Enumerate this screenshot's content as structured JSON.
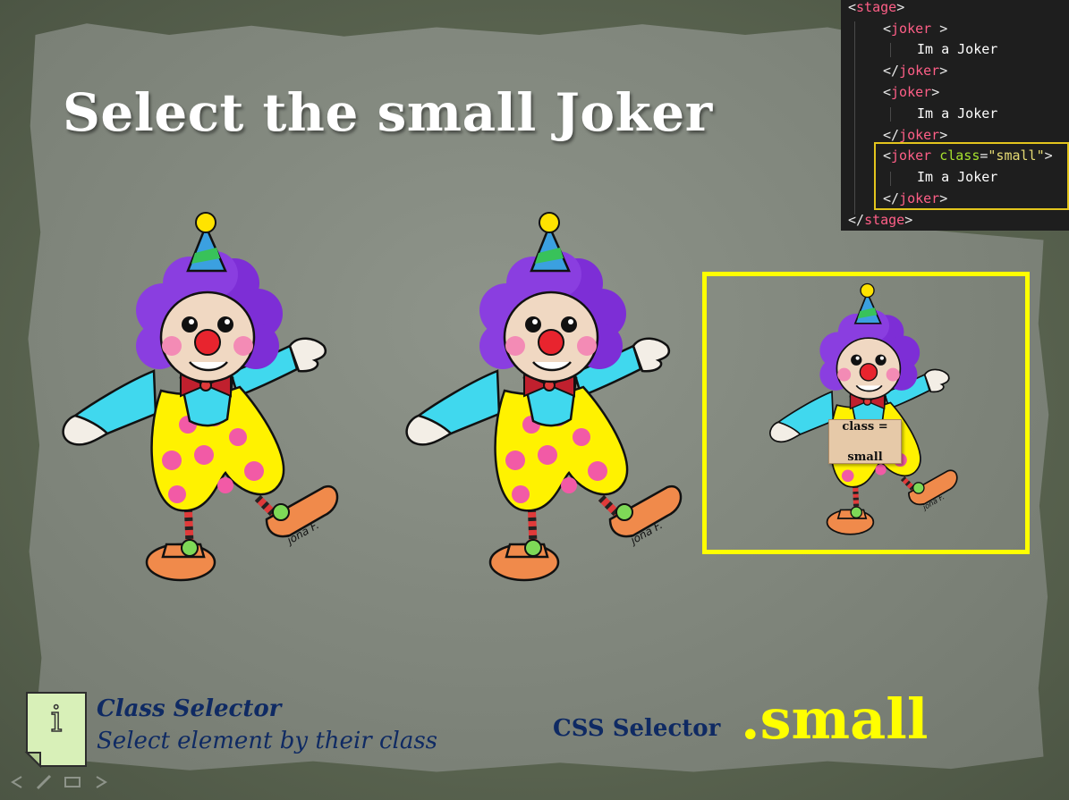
{
  "slide": {
    "title": "Select the small Joker"
  },
  "code_panel": {
    "lines": [
      {
        "open": "<",
        "tag": "stage",
        "close": ">"
      },
      {
        "open": "<",
        "tag": "joker",
        "close": " >"
      },
      {
        "text": "Im a Joker"
      },
      {
        "open": "</",
        "tag": "joker",
        "close": ">"
      },
      {
        "open": "<",
        "tag": "joker",
        "close": ">"
      },
      {
        "text": "Im a Joker"
      },
      {
        "open": "</",
        "tag": "joker",
        "close": ">"
      },
      {
        "open": "<",
        "tag": "joker",
        "attr": "class",
        "eq": "=",
        "value": "\"small\"",
        "close": ">"
      },
      {
        "text": "Im a Joker"
      },
      {
        "open": "</",
        "tag": "joker",
        "close": ">"
      },
      {
        "open": "</",
        "tag": "stage",
        "close": ">"
      }
    ]
  },
  "stage": {
    "tooltip_line1": "class =",
    "tooltip_line2": "small"
  },
  "info": {
    "title": "Class Selector",
    "description": "Select element by their class",
    "icon_glyph": "i"
  },
  "selector": {
    "label": "CSS Selector",
    "value": ".small"
  },
  "colors": {
    "highlight": "#ffff00",
    "code_highlight": "#e3c51d",
    "title": "#ffffff",
    "info_text": "#0f2a63"
  }
}
